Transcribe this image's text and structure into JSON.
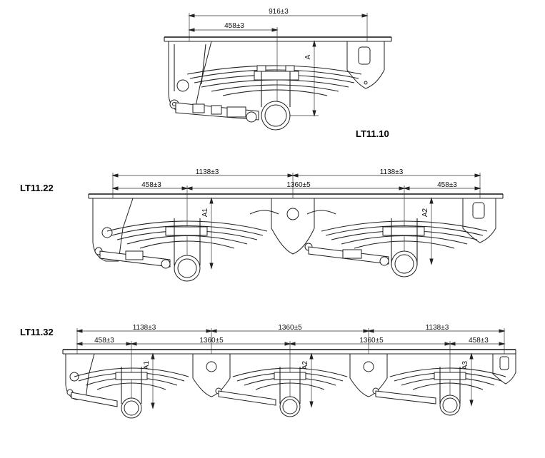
{
  "diagrams": [
    {
      "model": "LT11.10",
      "dims": {
        "d916": "916±3",
        "d458": "458±3",
        "a": "A"
      }
    },
    {
      "model": "LT11.22",
      "dims": {
        "d1138a": "1138±3",
        "d1138b": "1138±3",
        "d458a": "458±3",
        "d1360": "1360±5",
        "d458b": "458±3",
        "a1": "A1",
        "a2": "A2"
      }
    },
    {
      "model": "LT11.32",
      "dims": {
        "d1138a": "1138±3",
        "d1360top": "1360±5",
        "d1138b": "1138±3",
        "d458a": "458±3",
        "d1360a": "1360±5",
        "d1360b": "1360±5",
        "d458b": "458±3",
        "a1": "A1",
        "a2": "A2",
        "a3": "A3"
      }
    }
  ]
}
